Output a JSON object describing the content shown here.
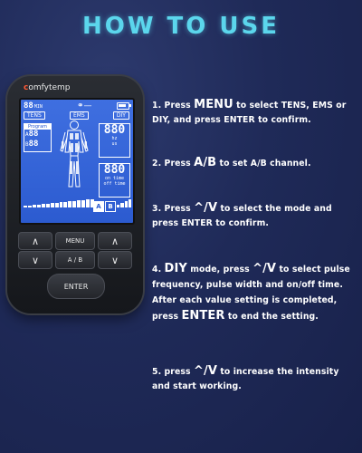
{
  "title": "HOW TO USE",
  "device": {
    "brand_c": "c",
    "brand_rest": "omfytemp",
    "screen": {
      "timer": "88",
      "timer_unit": "MIN",
      "modes": [
        "TENS",
        "EMS",
        "DIY"
      ],
      "program_label": "Program",
      "program_a": "88",
      "program_b": "88",
      "readout_1": "880",
      "readout_1_units": [
        "hz",
        "us"
      ],
      "readout_2": "880",
      "readout_2_units": [
        "on time",
        "off time"
      ],
      "channel_a": "A",
      "channel_b": "B"
    },
    "buttons": {
      "up_left": "∧",
      "menu": "MENU",
      "up_right": "∧",
      "down_left": "∨",
      "ab": "A / B",
      "down_right": "∨",
      "enter": "ENTER"
    }
  },
  "steps": [
    {
      "pre": "1. Press ",
      "key": "MENU",
      "post": " to select TENS, EMS or DIY, and press ENTER to confirm."
    },
    {
      "pre": "2. Press ",
      "key": "A/B",
      "post": " to set A/B channel."
    },
    {
      "pre": "3. Press ",
      "key": "^/V",
      "post": " to select the mode and press ENTER to confirm."
    },
    {
      "pre": "4. ",
      "key": "DIY",
      "post": " mode, press ",
      "key2": "^/V",
      "post2": " to select pulse frequency, pulse width and on/off time. After each value setting is completed, press ",
      "key3": "ENTER",
      "post3": " to end the setting."
    },
    {
      "pre": "5. press ",
      "key": "^/V",
      "post": " to increase the intensity and start working."
    }
  ]
}
